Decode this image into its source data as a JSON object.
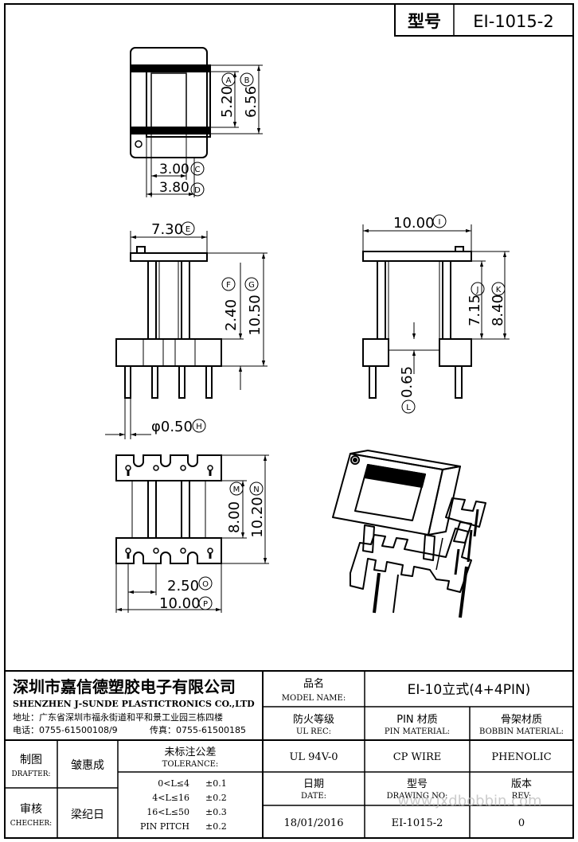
{
  "header": {
    "model_label": "型号",
    "model_value": "EI-1015-2"
  },
  "dims": {
    "A": {
      "value": "5.20",
      "tag": "A"
    },
    "B": {
      "value": "6.56",
      "tag": "B"
    },
    "C": {
      "value": "3.00",
      "tag": "C"
    },
    "D": {
      "value": "3.80",
      "tag": "D"
    },
    "E": {
      "value": "7.30",
      "tag": "E"
    },
    "F": {
      "value": "2.40",
      "tag": "F"
    },
    "G": {
      "value": "10.50",
      "tag": "G"
    },
    "H": {
      "value": "φ0.50",
      "tag": "H"
    },
    "I": {
      "value": "10.00",
      "tag": "I"
    },
    "J": {
      "value": "7.15",
      "tag": "J"
    },
    "K": {
      "value": "8.40",
      "tag": "K"
    },
    "L": {
      "value": "0.65",
      "tag": "L"
    },
    "M": {
      "value": "8.00",
      "tag": "M"
    },
    "N": {
      "value": "10.20",
      "tag": "N"
    },
    "O": {
      "value": "2.50",
      "tag": "O"
    },
    "P": {
      "value": "10.00",
      "tag": "P"
    }
  },
  "company": {
    "name_cn": "深圳市嘉信德塑胶电子有限公司",
    "name_en": "SHENZHEN J-SUNDE PLASTICTRONICS CO.,LTD",
    "address": "地址：广东省深圳市福永街道和平和景工业园三栋四楼",
    "phone": "电话：0755-61500108/9",
    "fax": "传真：0755-61500185"
  },
  "title_block": {
    "model_name_cn": "品名",
    "model_name_en": "MODEL NAME:",
    "model_name_value": "EI-10立式(4+4PIN)",
    "ul_rec_cn": "防火等级",
    "ul_rec_en": "UL REC:",
    "ul_rec_value": "UL 94V-0",
    "pin_material_cn": "PIN 材质",
    "pin_material_en": "PIN MATERIAL:",
    "pin_material_value": "CP WIRE",
    "bobbin_material_cn": "骨架材质",
    "bobbin_material_en": "BOBBIN MATERIAL:",
    "bobbin_material_value": "PHENOLIC",
    "date_cn": "日期",
    "date_en": "DATE:",
    "date_value": "18/01/2016",
    "drawing_no_cn": "型号",
    "drawing_no_en": "DRAWING NO:",
    "drawing_no_value": "EI-1015-2",
    "rev_cn": "版本",
    "rev_en": "REV:",
    "rev_value": "0",
    "drafter_cn": "制图",
    "drafter_en": "DRAFTER:",
    "drafter_value": "皱惠成",
    "checker_cn": "审核",
    "checker_en": "CHECHER:",
    "checker_value": "梁纪日",
    "tolerance_cn": "未标注公差",
    "tolerance_en": "TOLERANCE:",
    "tolerance_rows": [
      {
        "range": "0<L≤4",
        "tol": "±0.1"
      },
      {
        "range": "4<L≤16",
        "tol": "±0.2"
      },
      {
        "range": "16<L≤50",
        "tol": "±0.3"
      },
      {
        "range": "PIN PITCH",
        "tol": "±0.2"
      }
    ]
  },
  "watermark": "www.jxdbobbin.com"
}
